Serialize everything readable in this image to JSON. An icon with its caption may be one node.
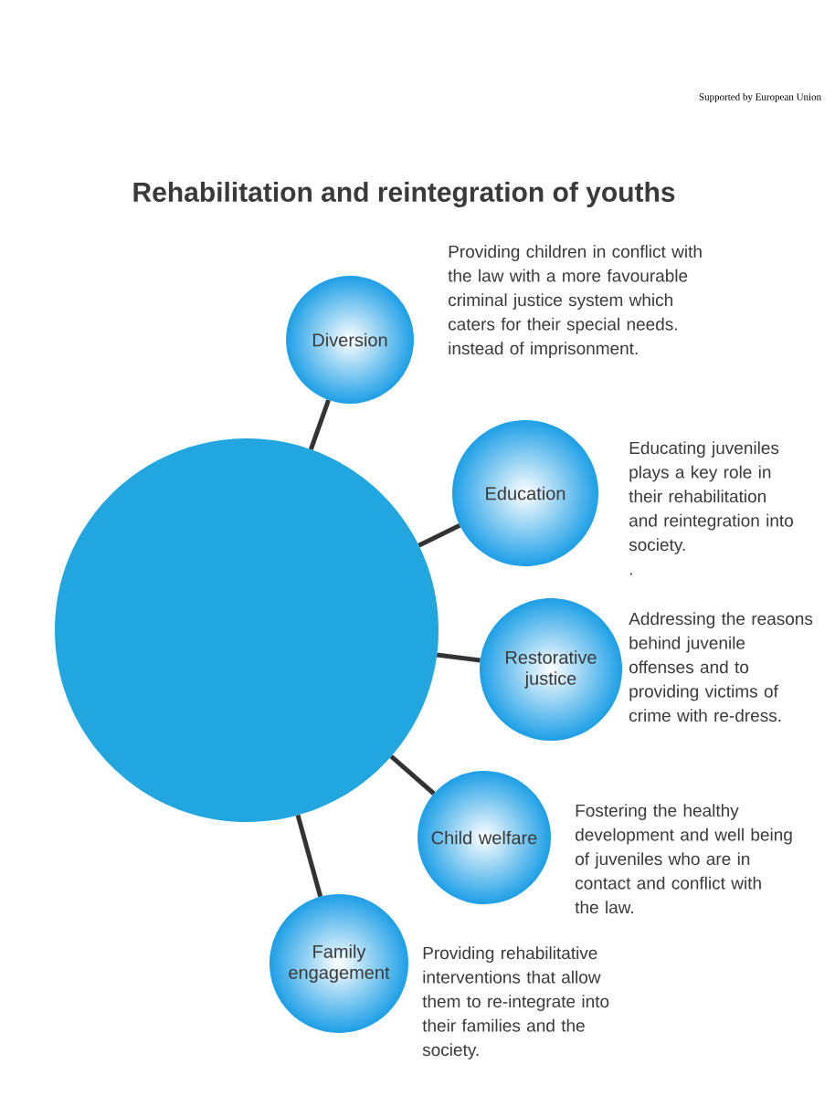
{
  "diagram": {
    "title": "Rehabilitation and reintegration of youths",
    "nodes": [
      {
        "text": [],
        "shape": "circle"
      },
      {
        "text": [
          "Diversion"
        ],
        "beside": [
          "Providing children in conflict with the law with a more favourable criminal justice system which caters for their special needs. instead of imprisonment."
        ]
      },
      {
        "text": [
          "Education"
        ],
        "beside": [
          "Educating juveniles plays a key role in their rehabilitation and reintegration into society.",
          "."
        ]
      },
      {
        "text": [
          "Restorative justice"
        ],
        "beside": [
          "Addressing the reasons behind juvenile offenses and to providing victims of crime with re-dress."
        ]
      },
      {
        "text": [
          "Child welfare"
        ],
        "beside": [
          "Fostering the healthy development and well being of juveniles who are in contact and conflict with the law."
        ]
      },
      {
        "text": [
          "Family engagement"
        ],
        "beside": [
          "Providing rehabilitative interventions that allow them to re-integrate into their families and the society."
        ]
      }
    ],
    "edges": [
      {
        "from": 0,
        "to": 1,
        "arrow": "none"
      },
      {
        "from": 0,
        "to": 2,
        "arrow": "none"
      },
      {
        "from": 0,
        "to": 3,
        "arrow": "none"
      },
      {
        "from": 0,
        "to": 4,
        "arrow": "none"
      },
      {
        "from": 0,
        "to": 5,
        "arrow": "none"
      }
    ],
    "labels": [
      "Supported by European Union"
    ]
  }
}
